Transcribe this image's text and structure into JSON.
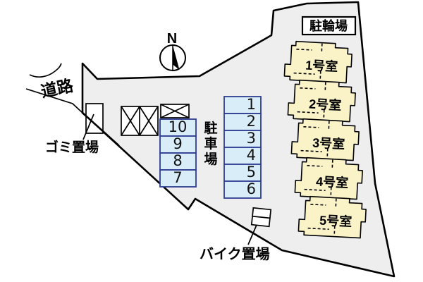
{
  "site_plan": {
    "labels": {
      "road": "道路",
      "garbage_area": "ゴミ置場",
      "parking_lot": "駐車場",
      "bicycle_parking": "駐輪場",
      "bike_storage": "バイク置場",
      "compass_north": "N"
    },
    "rooms": [
      "1号室",
      "2号室",
      "3号室",
      "4号室",
      "5号室"
    ],
    "parking_spaces": {
      "left_column_top_to_bottom": [
        "10",
        "9",
        "8",
        "7"
      ],
      "right_column_top_to_bottom": [
        "1",
        "2",
        "3",
        "4",
        "5",
        "6"
      ]
    },
    "colors": {
      "site_fill": "#EEEEEE",
      "room_fill": "#FAF3C7",
      "parking_space_fill": "#D8EDF8",
      "parking_space_border": "#2E3D90",
      "outline": "#000000"
    }
  }
}
